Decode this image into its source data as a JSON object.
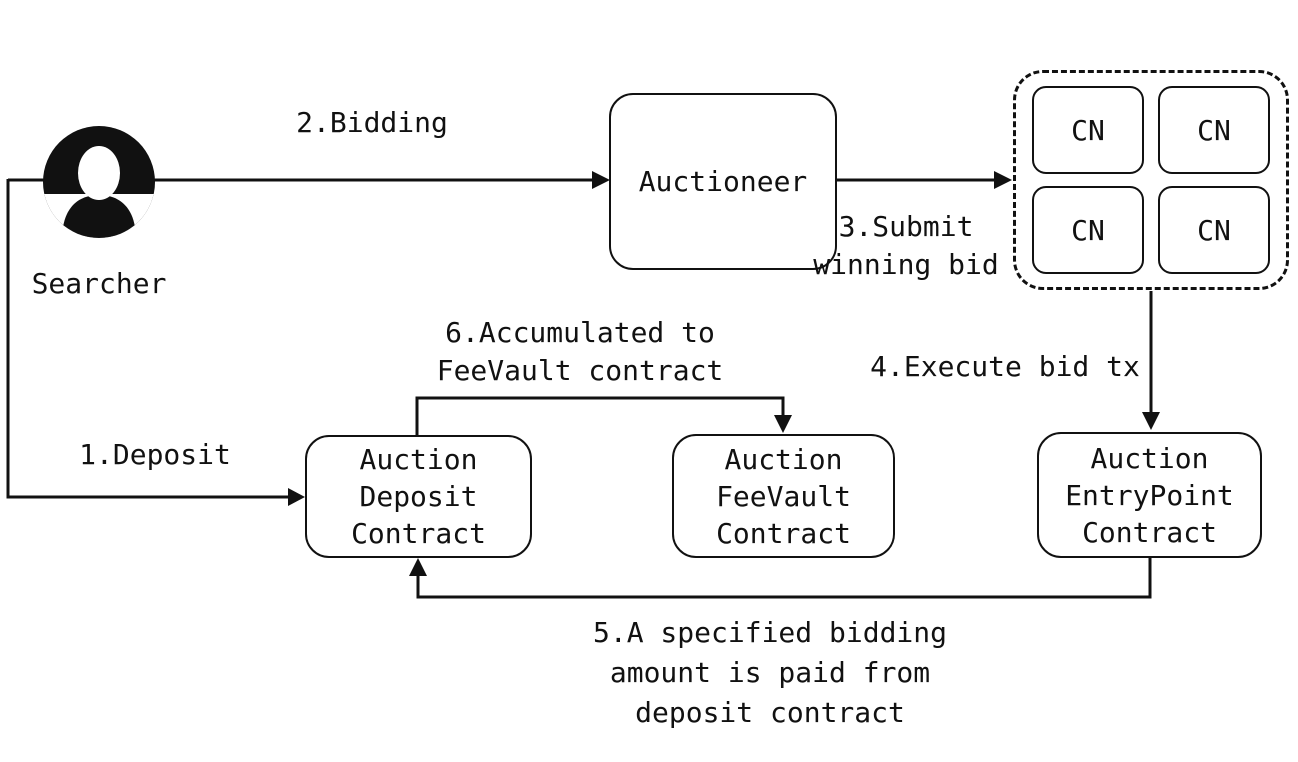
{
  "diagram": {
    "actor": {
      "label": "Searcher"
    },
    "nodes": {
      "auctioneer": {
        "label": "Auctioneer"
      },
      "consensus_nodes": [
        "CN",
        "CN",
        "CN",
        "CN"
      ],
      "deposit_contract": {
        "lines": [
          "Auction",
          "Deposit",
          "Contract"
        ]
      },
      "feevault_contract": {
        "lines": [
          "Auction",
          "FeeVault",
          "Contract"
        ]
      },
      "entrypoint_contract": {
        "lines": [
          "Auction",
          "EntryPoint",
          "Contract"
        ]
      }
    },
    "edge_labels": {
      "deposit": "1.Deposit",
      "bidding": "2.Bidding",
      "submit": [
        "3.Submit",
        "winning bid"
      ],
      "execute": "4.Execute bid tx",
      "paid": [
        "5.A specified bidding",
        "amount is paid from",
        "deposit contract"
      ],
      "accumulated": [
        "6.Accumulated to",
        "FeeVault contract"
      ]
    },
    "colors": {
      "ink": "#111111",
      "background": "#ffffff"
    }
  }
}
